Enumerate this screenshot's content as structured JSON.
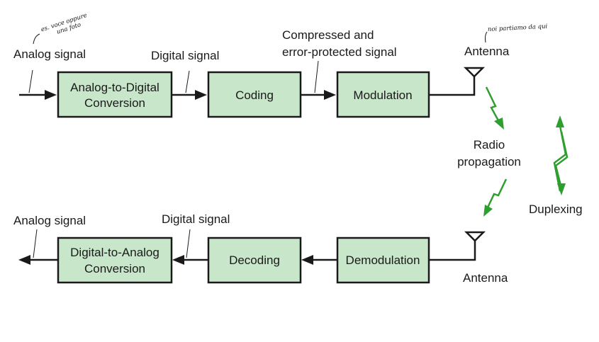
{
  "transmit": {
    "input_label": "Analog signal",
    "adc_line1": "Analog-to-Digital",
    "adc_line2": "Conversion",
    "digital_label": "Digital signal",
    "coding": "Coding",
    "compressed_line1": "Compressed and",
    "compressed_line2": "error-protected signal",
    "modulation": "Modulation",
    "antenna": "Antenna"
  },
  "channel": {
    "radio_line1": "Radio",
    "radio_line2": "propagation",
    "duplexing": "Duplexing"
  },
  "receive": {
    "antenna": "Antenna",
    "demodulation": "Demodulation",
    "decoding": "Decoding",
    "digital_label": "Digital signal",
    "dac_line1": "Digital-to-Analog",
    "dac_line2": "Conversion",
    "output_label": "Analog signal"
  },
  "annotations": {
    "note_left_line1": "es. voce oppure",
    "note_left_line2": "una foto",
    "note_right": "noi partiamo da qui"
  },
  "colors": {
    "block_fill": "#c8e6c9",
    "bolt_green": "#2e9e2e",
    "line": "#1a1a1a"
  }
}
